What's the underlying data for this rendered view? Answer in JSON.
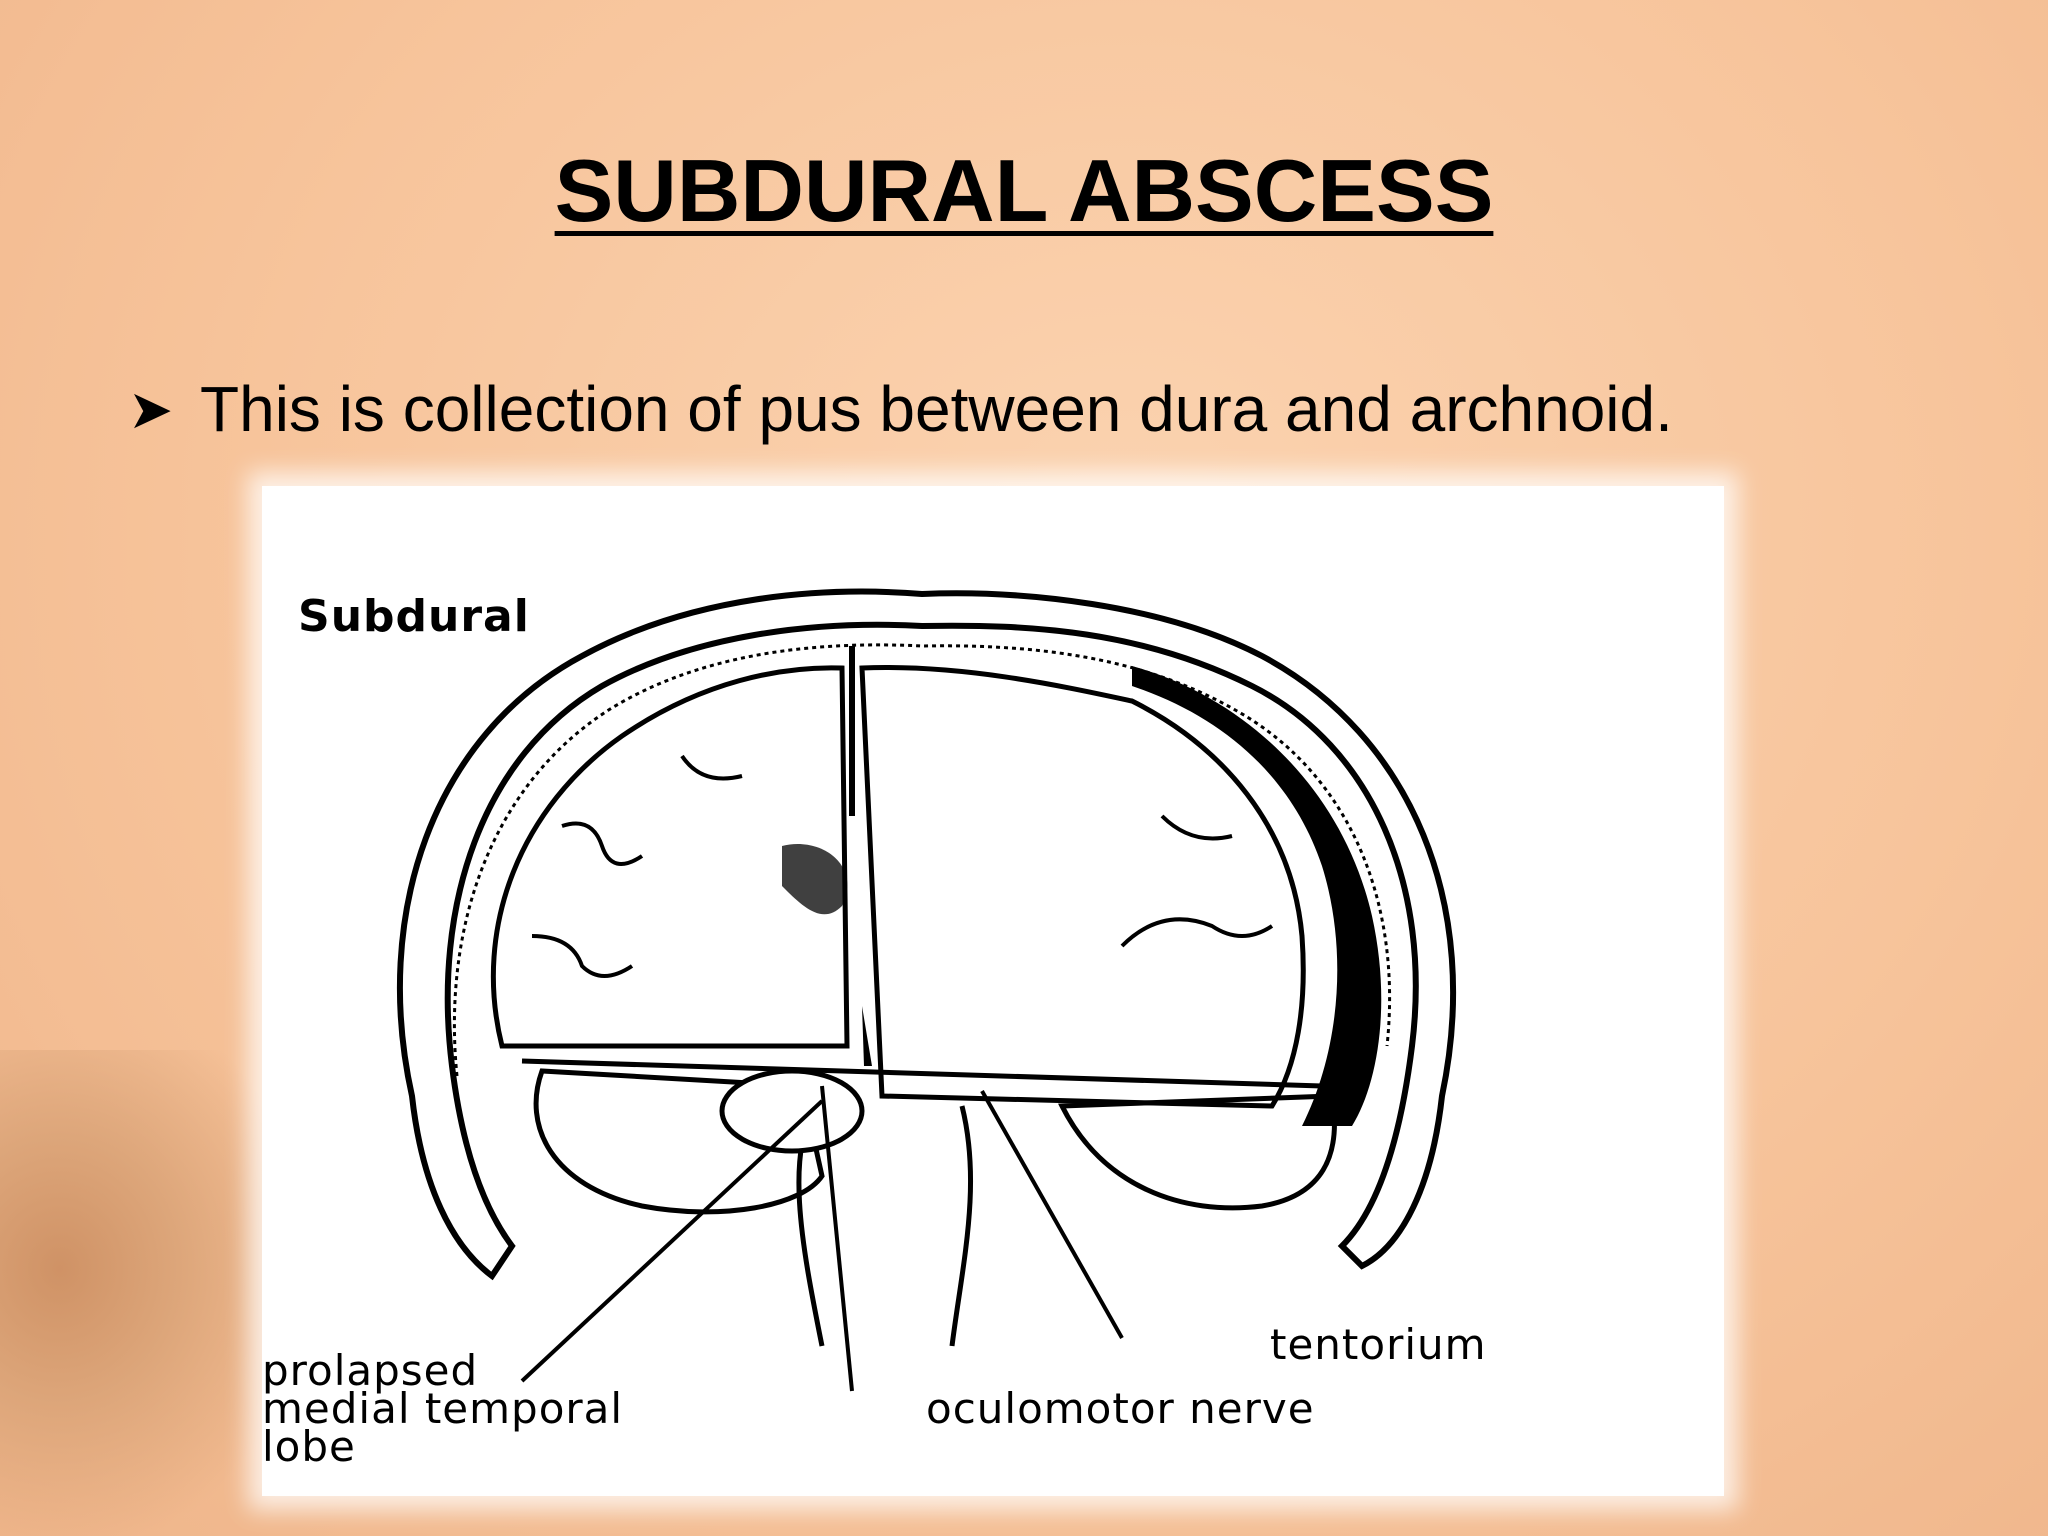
{
  "slide": {
    "title": "SUBDURAL ABSCESS",
    "bullets": [
      "This is collection of pus between dura and archnoid."
    ]
  },
  "figure": {
    "heading": "Subdural",
    "labels": {
      "temporal_line1": "prolapsed",
      "temporal_line2": "medial temporal",
      "temporal_line3": "lobe",
      "oculomotor": "oculomotor nerve",
      "tentorium": "tentorium"
    },
    "bullet_icon": "arrowhead-bullet-icon"
  }
}
